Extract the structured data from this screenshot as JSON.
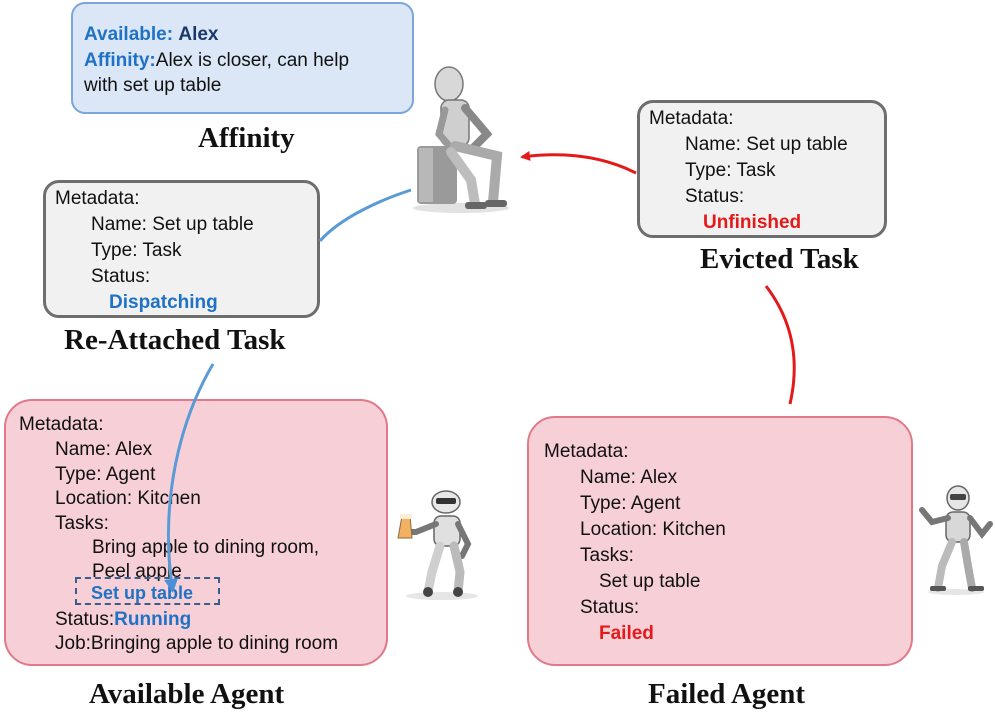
{
  "affinity_box": {
    "available_label": "Available:",
    "available_value": "Alex",
    "affinity_label": "Affinity:",
    "affinity_text_1": "Alex is closer, can help",
    "affinity_text_2": "with set up table"
  },
  "captions": {
    "affinity": "Affinity",
    "evicted": "Evicted Task",
    "reattached": "Re-Attached Task",
    "available_agent": "Available Agent",
    "failed_agent": "Failed Agent"
  },
  "evicted_task": {
    "metadata": "Metadata:",
    "name": "Name: Set up table",
    "type": "Type: Task",
    "status_label": "Status:",
    "status": "Unfinished"
  },
  "reattached_task": {
    "metadata": "Metadata:",
    "name": "Name: Set up table",
    "type": "Type: Task",
    "status_label": "Status:",
    "status": "Dispatching"
  },
  "available_agent": {
    "metadata": "Metadata:",
    "name": "Name: Alex",
    "type": "Type: Agent",
    "location": "Location: Kitchen",
    "tasks_label": "Tasks:",
    "task_1": "Bring apple to dining room,",
    "task_2": "Peel apple",
    "task_3": "Set up table",
    "status_label": "Status:",
    "status": "Running",
    "job": "Job:Bringing apple to dining room"
  },
  "failed_agent": {
    "metadata": "Metadata:",
    "name": "Name: Alex",
    "type": "Type: Agent",
    "location": "Location: Kitchen",
    "tasks_label": "Tasks:",
    "task_1": "Set up table",
    "status_label": "Status:",
    "status": "Failed"
  },
  "colors": {
    "blue_accent": "#1f72c6",
    "red_accent": "#e41a1a",
    "pink_fill": "#f6d0d6",
    "pink_border": "#e07a8a",
    "gray_fill": "#f1f1f1"
  },
  "icons": [
    "thinking-robot-icon",
    "robot-with-drink-icon",
    "waving-robot-icon"
  ]
}
